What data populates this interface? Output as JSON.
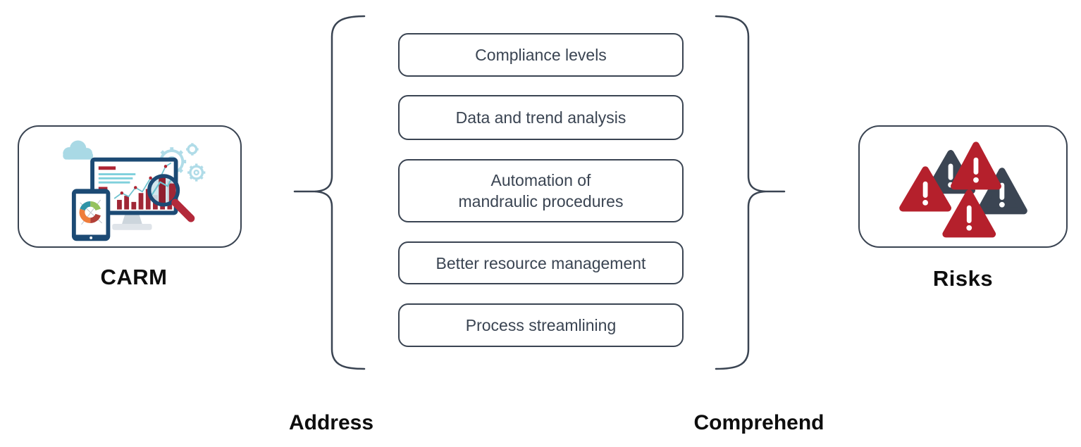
{
  "diagram": {
    "title_implicit": "CARM addresses benefits to comprehend risks",
    "left_node": {
      "label": "CARM",
      "icon": "data-analytics-illustration"
    },
    "right_node": {
      "label": "Risks",
      "icon": "warning-triangles-illustration"
    },
    "middle": {
      "items": [
        {
          "label": "Compliance levels"
        },
        {
          "label": "Data and trend analysis"
        },
        {
          "label": "Automation of\nmandraulic procedures"
        },
        {
          "label": "Better resource management"
        },
        {
          "label": "Process streamlining"
        }
      ]
    },
    "bottom_labels": {
      "left": "Address",
      "right": "Comprehend"
    },
    "colors": {
      "outline": "#3a4452",
      "box_text": "#3a4452",
      "label_text": "#0e0e0e",
      "warning_red": "#b5202c",
      "warning_dark": "#3b4553",
      "illustration_navy": "#1c4a74",
      "illustration_crimson": "#a02736",
      "illustration_teal": "#7fd0dc",
      "illustration_lightblue": "#a9d9e5",
      "illustration_orange": "#ef7d3b",
      "illustration_green": "#95c25e"
    }
  }
}
